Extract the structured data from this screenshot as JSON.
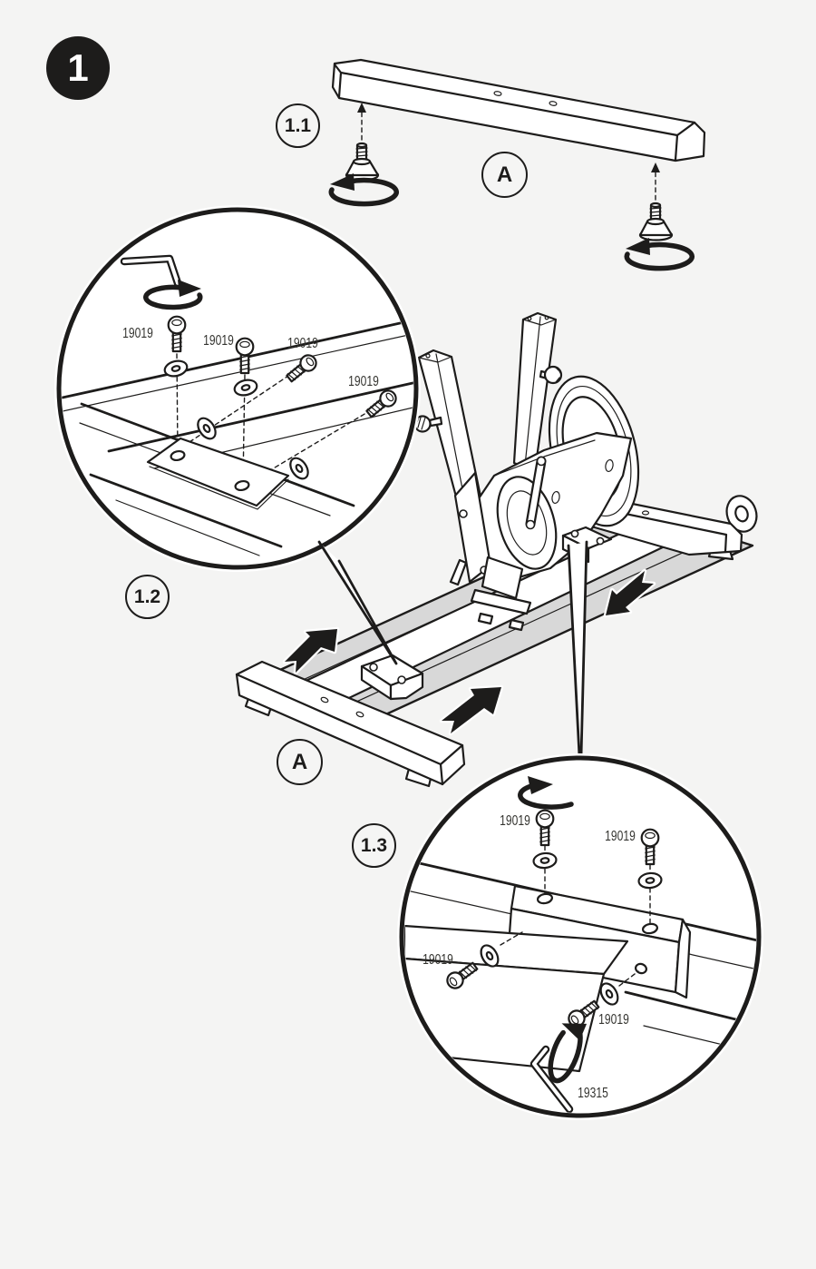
{
  "colors": {
    "background": "#f4f4f3",
    "ink": "#1d1c1b",
    "rail_gray": "#d8d8d8",
    "label_gray": "#33332f"
  },
  "step": {
    "badge": "1"
  },
  "substeps": [
    {
      "label": "1.1"
    },
    {
      "label": "1.2"
    },
    {
      "label": "1.3"
    }
  ],
  "part_markers": [
    {
      "letter": "A",
      "location": "rear-crossbar"
    },
    {
      "letter": "A",
      "location": "front-crossbar"
    }
  ],
  "detail_top": {
    "fasteners": [
      {
        "part": "19019"
      },
      {
        "part": "19019"
      },
      {
        "part": "19019"
      },
      {
        "part": "19019"
      }
    ],
    "tool": "allen-key"
  },
  "detail_bottom": {
    "fasteners": [
      {
        "part": "19019"
      },
      {
        "part": "19019"
      },
      {
        "part": "19019"
      },
      {
        "part": "19019"
      }
    ],
    "tool": {
      "type": "allen-key",
      "part": "19315"
    }
  }
}
